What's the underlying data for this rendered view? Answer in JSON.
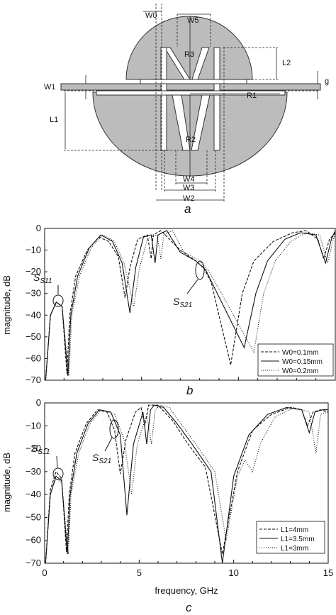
{
  "diagram": {
    "label": "a",
    "dims": [
      "W0",
      "W5",
      "R3",
      "L2",
      "g",
      "W1",
      "R1",
      "L1",
      "R2",
      "W4",
      "W3",
      "W2"
    ]
  },
  "chart_data": [
    {
      "type": "line",
      "panel_label": "b",
      "xlim": [
        0,
        15
      ],
      "ylim": [
        -70,
        0
      ],
      "yticks": [
        0,
        -10,
        -20,
        -30,
        -40,
        -50,
        -60,
        -70
      ],
      "xlabel": "",
      "ylabel": "magnitude, dB",
      "grid": false,
      "legend_position": "bottom-right",
      "annotations": [
        "S11",
        "S21"
      ],
      "series": [
        {
          "name": "W0=0.1mm",
          "dash": "4,2",
          "points": [
            [
              0.05,
              -70
            ],
            [
              0.3,
              -40
            ],
            [
              0.6,
              -34
            ],
            [
              0.9,
              -36
            ],
            [
              1.15,
              -67
            ],
            [
              1.3,
              -40
            ],
            [
              1.6,
              -22
            ],
            [
              2.2,
              -10
            ],
            [
              2.8,
              -4
            ],
            [
              3.3,
              -6
            ],
            [
              3.8,
              -13
            ],
            [
              4.15,
              -32
            ],
            [
              4.4,
              -18
            ],
            [
              4.8,
              -5
            ],
            [
              5.3,
              -3
            ],
            [
              5.5,
              -14
            ],
            [
              5.6,
              -3
            ],
            [
              6,
              -1
            ],
            [
              7,
              -10
            ],
            [
              7.8,
              -15
            ],
            [
              8.2,
              -18
            ],
            [
              8.6,
              -25
            ],
            [
              9.6,
              -63
            ],
            [
              10.2,
              -30
            ],
            [
              10.8,
              -15
            ],
            [
              11.8,
              -6
            ],
            [
              12.8,
              -2
            ],
            [
              13.5,
              -1
            ],
            [
              14.1,
              -5
            ],
            [
              14.4,
              -14
            ],
            [
              14.7,
              -5
            ],
            [
              15,
              -2
            ]
          ]
        },
        {
          "name": "W0=0.15mm",
          "dash": "",
          "points": [
            [
              0.05,
              -70
            ],
            [
              0.3,
              -40
            ],
            [
              0.6,
              -34
            ],
            [
              0.9,
              -36
            ],
            [
              1.2,
              -68
            ],
            [
              1.35,
              -40
            ],
            [
              1.7,
              -22
            ],
            [
              2.3,
              -9
            ],
            [
              2.9,
              -3
            ],
            [
              3.5,
              -6
            ],
            [
              4.0,
              -16
            ],
            [
              4.4,
              -39
            ],
            [
              4.7,
              -18
            ],
            [
              5.1,
              -4
            ],
            [
              5.5,
              -3
            ],
            [
              5.7,
              -16
            ],
            [
              5.85,
              -3
            ],
            [
              6.3,
              -1
            ],
            [
              7,
              -11
            ],
            [
              7.8,
              -15
            ],
            [
              8.3,
              -19
            ],
            [
              8.8,
              -28
            ],
            [
              10.3,
              -55
            ],
            [
              10.9,
              -30
            ],
            [
              11.5,
              -15
            ],
            [
              12.4,
              -5
            ],
            [
              13.2,
              -2
            ],
            [
              14,
              -3
            ],
            [
              14.5,
              -16
            ],
            [
              14.8,
              -5
            ],
            [
              15,
              -1
            ]
          ]
        },
        {
          "name": "W0=0.2mm",
          "dash": "1,2",
          "points": [
            [
              0.05,
              -70
            ],
            [
              0.3,
              -40
            ],
            [
              0.6,
              -34
            ],
            [
              0.9,
              -36
            ],
            [
              1.25,
              -68
            ],
            [
              1.4,
              -40
            ],
            [
              1.8,
              -22
            ],
            [
              2.4,
              -9
            ],
            [
              3,
              -3
            ],
            [
              3.6,
              -6
            ],
            [
              4.1,
              -16
            ],
            [
              4.6,
              -36
            ],
            [
              4.9,
              -18
            ],
            [
              5.3,
              -5
            ],
            [
              5.8,
              -3
            ],
            [
              6.0,
              -14
            ],
            [
              6.15,
              -3
            ],
            [
              6.6,
              -1
            ],
            [
              7.2,
              -11
            ],
            [
              8,
              -15
            ],
            [
              8.5,
              -20
            ],
            [
              9,
              -28
            ],
            [
              10.8,
              -57
            ],
            [
              11.3,
              -30
            ],
            [
              11.9,
              -15
            ],
            [
              12.7,
              -6
            ],
            [
              13.5,
              -2
            ],
            [
              14.2,
              -3
            ],
            [
              14.6,
              -16
            ],
            [
              14.9,
              -5
            ],
            [
              15,
              -2
            ]
          ]
        }
      ]
    },
    {
      "type": "line",
      "panel_label": "c",
      "xlim": [
        0,
        15
      ],
      "ylim": [
        -70,
        0
      ],
      "xticks": [
        0,
        5,
        10,
        15
      ],
      "yticks": [
        0,
        -10,
        -20,
        -30,
        -40,
        -50,
        -60,
        -70
      ],
      "xlabel": "frequency, GHz",
      "ylabel": "magnitude, dB",
      "grid": false,
      "legend_position": "bottom-right",
      "annotations": [
        "S11",
        "S21"
      ],
      "series": [
        {
          "name": "L1=4mm",
          "dash": "4,2",
          "points": [
            [
              0.05,
              -70
            ],
            [
              0.3,
              -38
            ],
            [
              0.6,
              -30
            ],
            [
              0.9,
              -33
            ],
            [
              1.15,
              -65
            ],
            [
              1.3,
              -40
            ],
            [
              1.6,
              -22
            ],
            [
              2.2,
              -9
            ],
            [
              2.8,
              -3
            ],
            [
              3.3,
              -4
            ],
            [
              3.7,
              -12
            ],
            [
              4.0,
              -31
            ],
            [
              4.3,
              -16
            ],
            [
              4.8,
              -4
            ],
            [
              5.1,
              -2
            ],
            [
              5.3,
              -10
            ],
            [
              5.5,
              -1
            ],
            [
              6,
              -1
            ],
            [
              6.8,
              -8
            ],
            [
              7.5,
              -17
            ],
            [
              8.5,
              -28
            ],
            [
              9.4,
              -66
            ],
            [
              10.2,
              -30
            ],
            [
              11,
              -12
            ],
            [
              12,
              -5
            ],
            [
              13,
              -2
            ],
            [
              13.6,
              -3
            ],
            [
              13.9,
              -10
            ],
            [
              14.2,
              -4
            ],
            [
              14.6,
              -3
            ],
            [
              15,
              -4
            ]
          ]
        },
        {
          "name": "L1=3.5mm",
          "dash": "",
          "points": [
            [
              0.05,
              -70
            ],
            [
              0.3,
              -40
            ],
            [
              0.6,
              -32
            ],
            [
              0.9,
              -34
            ],
            [
              1.2,
              -66
            ],
            [
              1.35,
              -40
            ],
            [
              1.7,
              -22
            ],
            [
              2.3,
              -9
            ],
            [
              2.9,
              -3
            ],
            [
              3.5,
              -4
            ],
            [
              4.0,
              -14
            ],
            [
              4.35,
              -49
            ],
            [
              4.7,
              -18
            ],
            [
              5.2,
              -4
            ],
            [
              5.4,
              -18
            ],
            [
              5.6,
              -3
            ],
            [
              5.8,
              -1
            ],
            [
              6.3,
              -2
            ],
            [
              7.0,
              -9
            ],
            [
              7.8,
              -18
            ],
            [
              8.8,
              -30
            ],
            [
              9.4,
              -70
            ],
            [
              10.0,
              -32
            ],
            [
              10.8,
              -14
            ],
            [
              11.8,
              -5
            ],
            [
              12.8,
              -2
            ],
            [
              13.6,
              -3
            ],
            [
              14,
              -13
            ],
            [
              14.3,
              -4
            ],
            [
              14.7,
              -3
            ],
            [
              15,
              -3
            ]
          ]
        },
        {
          "name": "L1=3mm",
          "dash": "1,2",
          "points": [
            [
              0.05,
              -70
            ],
            [
              0.3,
              -40
            ],
            [
              0.6,
              -33
            ],
            [
              0.9,
              -35
            ],
            [
              1.25,
              -66
            ],
            [
              1.4,
              -40
            ],
            [
              1.8,
              -22
            ],
            [
              2.4,
              -9
            ],
            [
              3,
              -3
            ],
            [
              3.7,
              -5
            ],
            [
              4.2,
              -16
            ],
            [
              4.6,
              -40
            ],
            [
              4.9,
              -18
            ],
            [
              5.4,
              -5
            ],
            [
              5.65,
              -18
            ],
            [
              5.85,
              -3
            ],
            [
              6.1,
              -1
            ],
            [
              6.6,
              -2
            ],
            [
              7.2,
              -9
            ],
            [
              8,
              -18
            ],
            [
              9,
              -30
            ],
            [
              9.6,
              -60
            ],
            [
              10.2,
              -32
            ],
            [
              10.6,
              -25
            ],
            [
              11,
              -30
            ],
            [
              11.4,
              -18
            ],
            [
              12.2,
              -6
            ],
            [
              13.2,
              -2
            ],
            [
              14,
              -4
            ],
            [
              14.35,
              -22
            ],
            [
              14.6,
              -5
            ],
            [
              15,
              -4
            ]
          ]
        }
      ]
    }
  ]
}
